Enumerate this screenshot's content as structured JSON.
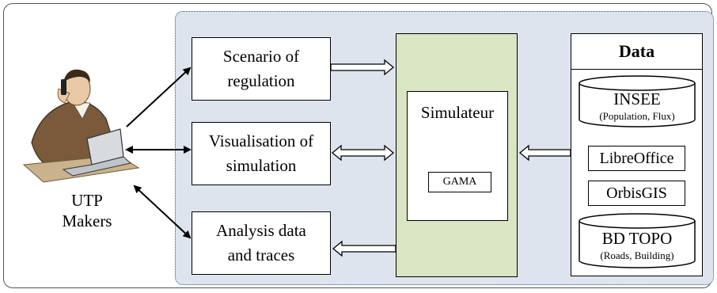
{
  "person": {
    "line1": "UTP",
    "line2": "Makers"
  },
  "actions": {
    "scenario": {
      "line1": "Scenario of",
      "line2": "regulation"
    },
    "visualisation": {
      "line1": "Visualisation of",
      "line2": "simulation"
    },
    "analysis": {
      "line1": "Analysis data",
      "line2": "and traces"
    }
  },
  "simulator": {
    "title": "Simulateur",
    "engine": "GAMA"
  },
  "data": {
    "title": "Data",
    "insee": {
      "name": "INSEE",
      "detail": "(Population, Flux)"
    },
    "libreoffice": "LibreOffice",
    "orbisgis": "OrbisGIS",
    "bdtopo": {
      "name": "BD TOPO",
      "detail": "(Roads, Building)"
    }
  },
  "colors": {
    "system_bg": "#dde4ee",
    "simulator_bg": "#d9e5c3",
    "border_dotted": "#3b5a88"
  },
  "icons": {
    "person": "person-at-laptop-icon"
  }
}
